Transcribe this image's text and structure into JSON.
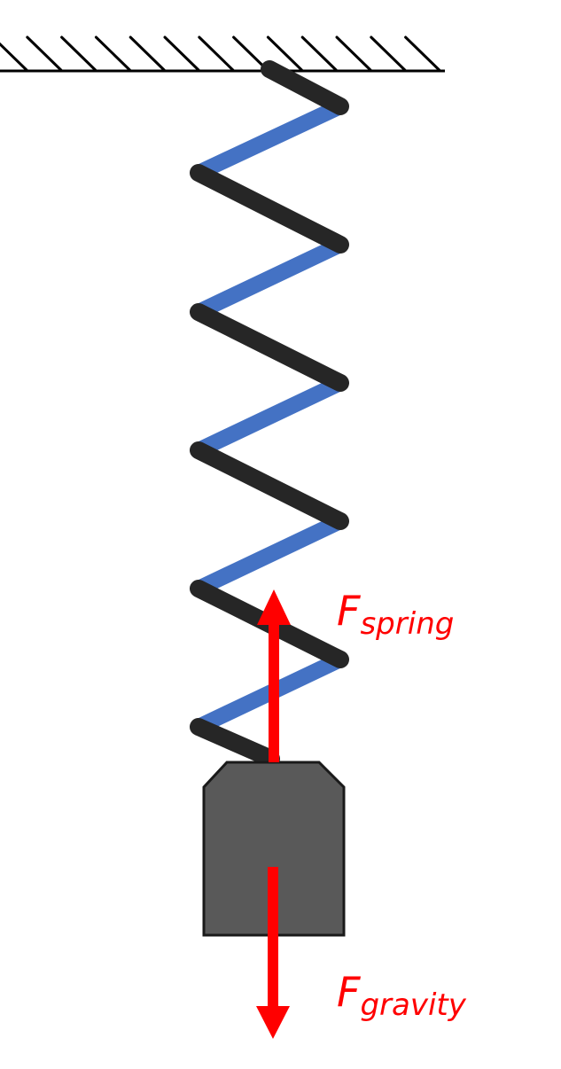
{
  "colors": {
    "ceiling": "#000000",
    "spring_back": "#4472c4",
    "spring_front": "#262626",
    "mass_fill": "#595959",
    "mass_stroke": "#1a1a1a",
    "force_arrow": "#ff0000"
  },
  "labels": {
    "spring_force_main": "F",
    "spring_force_sub": "spring",
    "gravity_force_main": "F",
    "gravity_force_sub": "gravity"
  }
}
